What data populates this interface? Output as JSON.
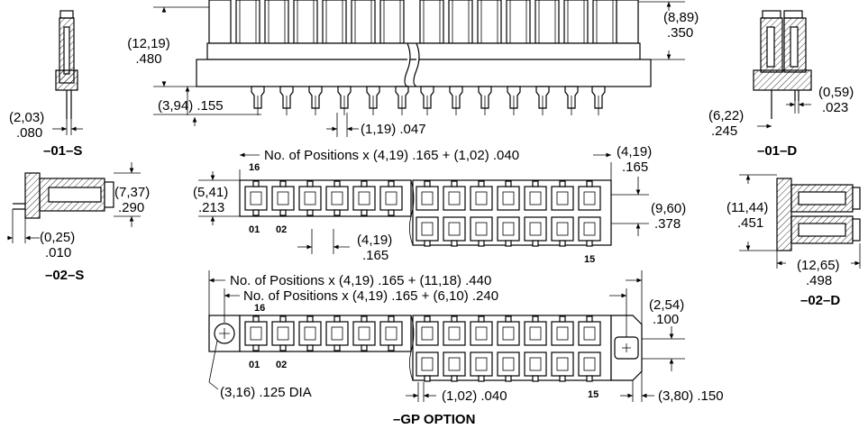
{
  "top_front": {
    "dim_12_19": "(12,19)",
    "dim_480": ".480",
    "dim_394": "(3,94) .155",
    "dim_119": "(1,19) .047",
    "dim_889": "(8,89)",
    "dim_350": ".350"
  },
  "side_01s": {
    "dim_a": "(2,03)",
    "dim_b": ".080",
    "label": "–01–S"
  },
  "side_01d": {
    "dim_a": "(0,59)",
    "dim_b": ".023",
    "dim_c": "(6,22)",
    "dim_d": ".245",
    "label": "–01–D"
  },
  "side_02s": {
    "dim_a": "(7,37)",
    "dim_b": ".290",
    "dim_c": "(0,25)",
    "dim_d": ".010",
    "label": "–02–S"
  },
  "side_02d": {
    "dim_a": "(11,44)",
    "dim_b": ".451",
    "dim_c": "(12,65)",
    "dim_d": ".498",
    "label": "–02–D"
  },
  "mid_plan": {
    "formula": "No. of Positions x (4,19) .165 + (1,02) .040",
    "dim_419a": "(4,19)",
    "dim_165a": ".165",
    "dim_541": "(5,41)",
    "dim_213": ".213",
    "dim_960": "(9,60)",
    "dim_378": ".378",
    "dim_419b": "(4,19)",
    "dim_165b": ".165",
    "pin16": "16",
    "pin01": "01",
    "pin02": "02",
    "pin15": "15"
  },
  "gp": {
    "formula1": "No. of Positions x (4,19) .165 + (11,18) .440",
    "formula2": "No. of Positions x (4,19) .165 + (6,10) .240",
    "dim_254": "(2,54)",
    "dim_100": ".100",
    "dim_316": "(3,16) .125 DIA",
    "dim_102": "(1,02) .040",
    "dim_380": "(3,80) .150",
    "pin16": "16",
    "pin01": "01",
    "pin02": "02",
    "pin15": "15",
    "title": "–GP OPTION"
  }
}
